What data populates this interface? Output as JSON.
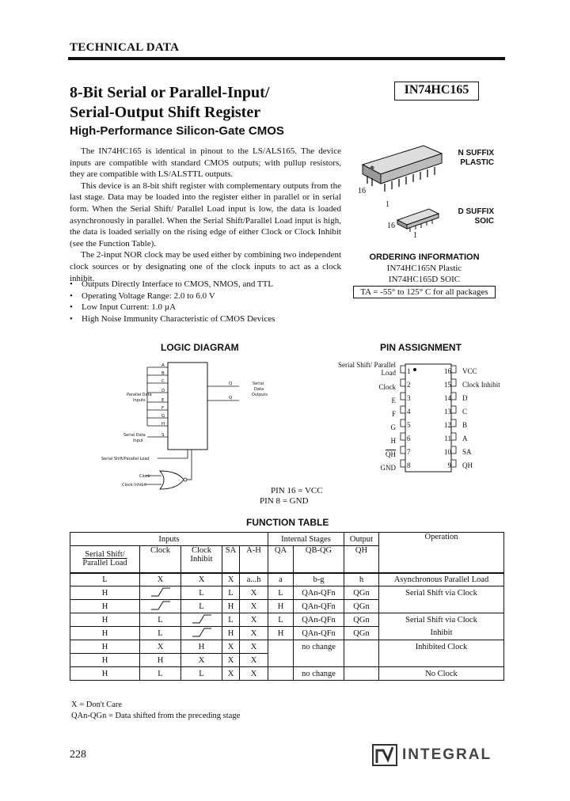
{
  "header": "TECHNICAL DATA",
  "title_line1": "8-Bit Serial or Parallel-Input/",
  "title_line2": "Serial-Output Shift Register",
  "subtitle": "High-Performance Silicon-Gate CMOS",
  "part_number": "IN74HC165",
  "description": [
    "The IN74HC165 is identical in pinout to the LS/ALS165. The device inputs are compatible with standard CMOS outputs; with pullup resistors, they are compatible with LS/ALSTTL outputs.",
    "This device is an 8-bit shift register with complementary outputs from the last stage. Data may be loaded into the register either in parallel or in serial form. When the Serial Shift/ Parallel Load input is low, the data is loaded asynchronously in parallel. When the Serial Shift/Parallel Load input is high, the data is loaded serially on the rising edge of either Clock or Clock Inhibit (see the Function Table).",
    "The 2-input NOR clock may be used either by combining two independent clock sources or by designating one of the clock inputs to act as a clock inhibit."
  ],
  "bullets": [
    "Outputs Directly Interface to CMOS, NMOS, and TTL",
    "Operating Voltage Range: 2.0 to 6.0 V",
    "Low Input Current: 1.0 µA",
    "High Noise Immunity Characteristic of CMOS Devices"
  ],
  "package": {
    "n_suffix": "N SUFFIX",
    "n_type": "PLASTIC",
    "d_suffix": "D SUFFIX",
    "d_type": "SOIC",
    "pin16": "16",
    "pin1": "1"
  },
  "ordering": {
    "heading": "ORDERING INFORMATION",
    "line1": "IN74HC165N Plastic",
    "line2": "IN74HC165D SOIC",
    "line3": "TA = -55° to 125° C for all packages"
  },
  "logic_diagram": {
    "title": "LOGIC DIAGRAM",
    "data_inputs_label": "Parallel Data Inputs",
    "serial_label": "Serial Data Input",
    "ss_pl_label": "Serial Shift/Parallel Load",
    "clock_label": "Clock",
    "clock_inhibit_label": "Clock Inhibit",
    "outputs_label": "Serial Data Outputs",
    "pin_16": "PIN 16 = VCC",
    "pin_8": "PIN 8 = GND"
  },
  "pin_assignment": {
    "title": "PIN ASSIGNMENT",
    "left": [
      {
        "name": "Serial Shift/ Parallel Load",
        "num": "1"
      },
      {
        "name": "Clock",
        "num": "2"
      },
      {
        "name": "E",
        "num": "3"
      },
      {
        "name": "F",
        "num": "4"
      },
      {
        "name": "G",
        "num": "5"
      },
      {
        "name": "H",
        "num": "6"
      },
      {
        "name": "QH",
        "num": "7"
      },
      {
        "name": "GND",
        "num": "8"
      }
    ],
    "right": [
      {
        "name": "VCC",
        "num": "16"
      },
      {
        "name": "Clock Inhibit",
        "num": "15"
      },
      {
        "name": "D",
        "num": "14"
      },
      {
        "name": "C",
        "num": "13"
      },
      {
        "name": "B",
        "num": "12"
      },
      {
        "name": "A",
        "num": "11"
      },
      {
        "name": "SA",
        "num": "10"
      },
      {
        "name": "QH",
        "num": "9"
      }
    ]
  },
  "function_table": {
    "title": "FUNCTION TABLE",
    "group_inputs": "Inputs",
    "group_internal": "Internal Stages",
    "group_output": "Output",
    "group_operation": "Operation",
    "col_ss": "Serial Shift/",
    "col_pl": "Parallel Load",
    "col_clock": "Clock",
    "col_clkinh1": "Clock",
    "col_clkinh2": "Inhibit",
    "col_sa": "SA",
    "col_ah": "A-H",
    "col_qa": "QA",
    "col_qbqg": "QB-QG",
    "col_qh": "QH",
    "rows": [
      {
        "ss": "L",
        "clk": "X",
        "inh": "X",
        "sa": "X",
        "ah": "a...h",
        "qa": "a",
        "qbqg": "b-g",
        "qh": "h",
        "op": "Asynchronous Parallel Load"
      },
      {
        "ss": "H",
        "clk": "↑",
        "inh": "L",
        "sa": "L",
        "ah": "X",
        "qa": "L",
        "qbqg": "QAn-QFn",
        "qh": "QGn",
        "op": "Serial Shift via Clock"
      },
      {
        "ss": "H",
        "clk": "↑",
        "inh": "L",
        "sa": "H",
        "ah": "X",
        "qa": "H",
        "qbqg": "QAn-QFn",
        "qh": "QGn",
        "op": ""
      },
      {
        "ss": "H",
        "clk": "L",
        "inh": "↑",
        "sa": "L",
        "ah": "X",
        "qa": "L",
        "qbqg": "QAn-QFn",
        "qh": "QGn",
        "op": "Serial Shift via Clock"
      },
      {
        "ss": "H",
        "clk": "L",
        "inh": "↑",
        "sa": "H",
        "ah": "X",
        "qa": "H",
        "qbqg": "QAn-QFn",
        "qh": "QGn",
        "op": "Inhibit"
      },
      {
        "ss": "H",
        "clk": "X",
        "inh": "H",
        "sa": "X",
        "ah": "X",
        "qa": "",
        "qbqg": "no change",
        "qh": "",
        "op": "Inhibited Clock"
      },
      {
        "ss": "H",
        "clk": "H",
        "inh": "X",
        "sa": "X",
        "ah": "X",
        "qa": "",
        "qbqg": "",
        "qh": "",
        "op": ""
      },
      {
        "ss": "H",
        "clk": "L",
        "inh": "L",
        "sa": "X",
        "ah": "X",
        "qa": "",
        "qbqg": "no change",
        "qh": "",
        "op": "No Clock"
      }
    ],
    "note1": "X = Don't Care",
    "note2_sym": "QAn-QGn",
    "note2_text": "= Data shifted from the preceding stage"
  },
  "footer": {
    "page": "228",
    "logo_text": "INTEGRAL"
  }
}
